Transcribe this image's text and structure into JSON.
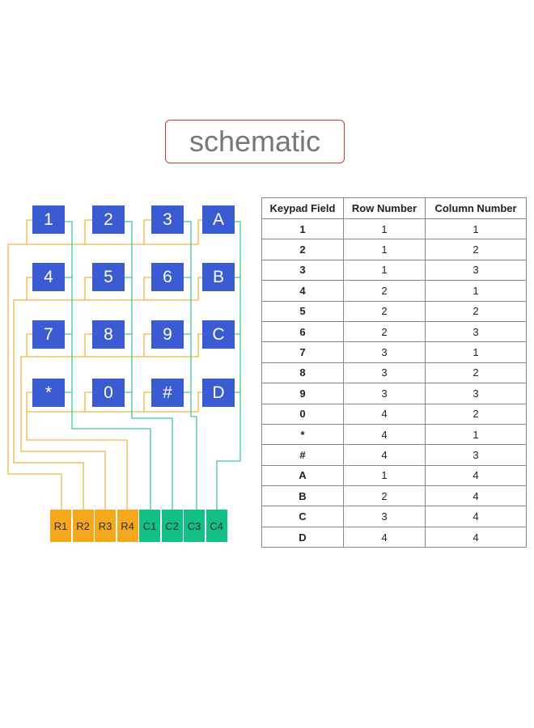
{
  "title": "schematic",
  "colors": {
    "key": "#3a5bd1",
    "row_wire": "#f5b342",
    "col_wire": "#3cc99a",
    "row_pin": "#f5a81c",
    "col_pin": "#12bf86"
  },
  "keys": [
    "1",
    "2",
    "3",
    "A",
    "4",
    "5",
    "6",
    "B",
    "7",
    "8",
    "9",
    "C",
    "*",
    "0",
    "#",
    "D"
  ],
  "pins": [
    "R1",
    "R2",
    "R3",
    "R4",
    "C1",
    "C2",
    "C3",
    "C4"
  ],
  "table": {
    "headers": [
      "Keypad Field",
      "Row Number",
      "Column Number"
    ],
    "rows": [
      [
        "1",
        "1",
        "1"
      ],
      [
        "2",
        "1",
        "2"
      ],
      [
        "3",
        "1",
        "3"
      ],
      [
        "4",
        "2",
        "1"
      ],
      [
        "5",
        "2",
        "2"
      ],
      [
        "6",
        "2",
        "3"
      ],
      [
        "7",
        "3",
        "1"
      ],
      [
        "8",
        "3",
        "2"
      ],
      [
        "9",
        "3",
        "3"
      ],
      [
        "0",
        "4",
        "2"
      ],
      [
        "*",
        "4",
        "1"
      ],
      [
        "#",
        "4",
        "3"
      ],
      [
        "A",
        "1",
        "4"
      ],
      [
        "B",
        "2",
        "4"
      ],
      [
        "C",
        "3",
        "4"
      ],
      [
        "D",
        "4",
        "4"
      ]
    ]
  }
}
